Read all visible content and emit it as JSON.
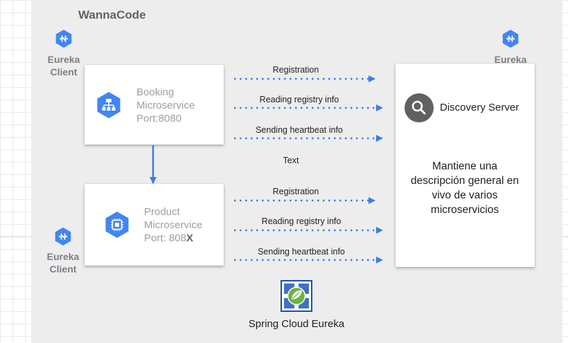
{
  "brand": "WannaCode",
  "clients": {
    "top_label": "Eureka Client",
    "bottom_label": "Eureka Client"
  },
  "server": {
    "role_label": "Eureka Server",
    "title": "Discovery Server",
    "description": "Mantiene una descripción general en vivo de varios microservicios"
  },
  "booking": {
    "line1": "Booking",
    "line2": "Microservice",
    "line3": "Port:8080"
  },
  "product": {
    "line1": "Product",
    "line2": "Microservice",
    "line3_prefix": "Port: 808",
    "line3_suffix": "X"
  },
  "flows": {
    "booking": [
      "Registration",
      "Reading registry info",
      "Sending heartbeat info"
    ],
    "product": [
      "Registration",
      "Reading registry info",
      "Sending heartbeat info"
    ],
    "middle_text": "Text"
  },
  "footer": {
    "label": "Spring Cloud Eureka"
  },
  "colors": {
    "accent_blue": "#4285f4",
    "arrow_blue": "#3d7be6",
    "icon_gray": "#616161",
    "spring_green": "#6db33f"
  }
}
